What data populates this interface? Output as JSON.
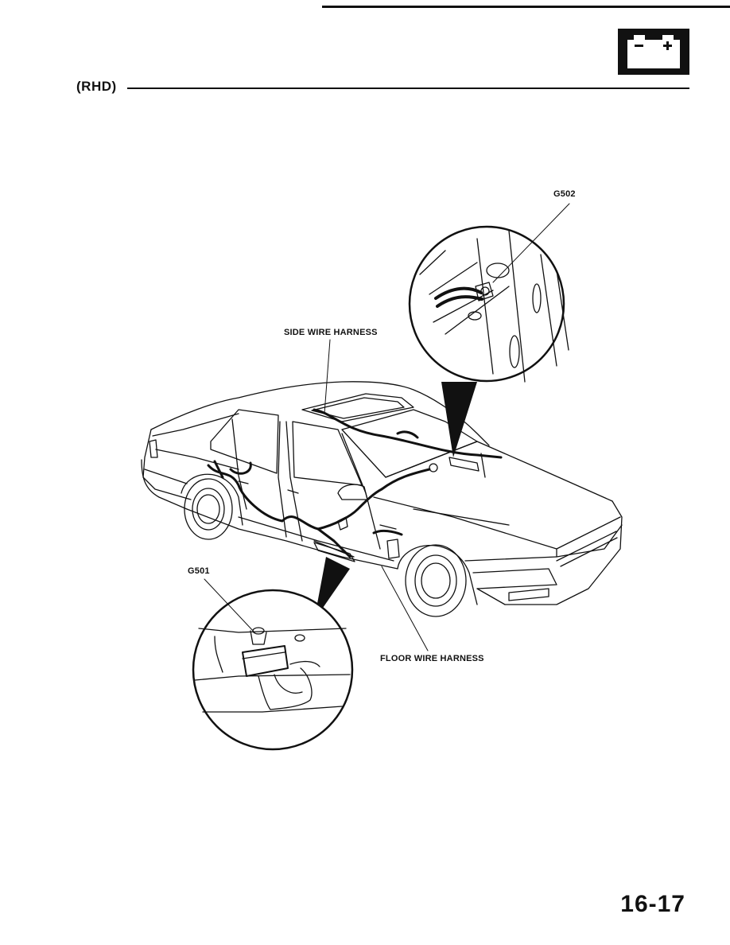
{
  "header": {
    "section_label": "(RHD)",
    "icon": "battery-icon"
  },
  "callouts": {
    "g502": "G502",
    "side_wire_harness": "SIDE WIRE HARNESS",
    "g501": "G501",
    "floor_wire_harness": "FLOOR WIRE HARNESS"
  },
  "footer": {
    "page_number": "16-17"
  }
}
